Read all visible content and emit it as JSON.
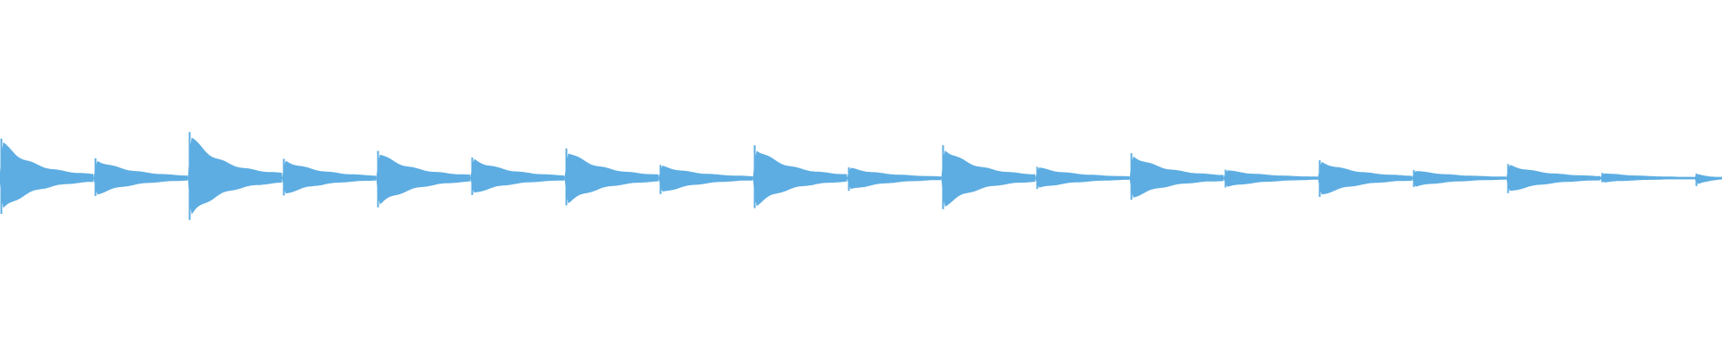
{
  "waveform": {
    "color": "#5DADE2",
    "background": "#FFFFFF",
    "notes": [
      {
        "peak_top": 0.84,
        "peak_bottom": 0.76,
        "decay": 0.92,
        "tail": 0.05
      },
      {
        "peak_top": 0.42,
        "peak_bottom": 0.38,
        "decay": 0.78,
        "tail": 0.04
      },
      {
        "peak_top": 0.98,
        "peak_bottom": 0.89,
        "decay": 0.92,
        "tail": 0.06
      },
      {
        "peak_top": 0.41,
        "peak_bottom": 0.37,
        "decay": 0.78,
        "tail": 0.04
      },
      {
        "peak_top": 0.58,
        "peak_bottom": 0.62,
        "decay": 0.84,
        "tail": 0.05
      },
      {
        "peak_top": 0.44,
        "peak_bottom": 0.36,
        "decay": 0.78,
        "tail": 0.04
      },
      {
        "peak_top": 0.63,
        "peak_bottom": 0.58,
        "decay": 0.84,
        "tail": 0.05
      },
      {
        "peak_top": 0.28,
        "peak_bottom": 0.34,
        "decay": 0.76,
        "tail": 0.04
      },
      {
        "peak_top": 0.7,
        "peak_bottom": 0.64,
        "decay": 0.86,
        "tail": 0.05
      },
      {
        "peak_top": 0.23,
        "peak_bottom": 0.27,
        "decay": 0.74,
        "tail": 0.04
      },
      {
        "peak_top": 0.7,
        "peak_bottom": 0.66,
        "decay": 0.86,
        "tail": 0.05
      },
      {
        "peak_top": 0.24,
        "peak_bottom": 0.23,
        "decay": 0.74,
        "tail": 0.04
      },
      {
        "peak_top": 0.53,
        "peak_bottom": 0.46,
        "decay": 0.82,
        "tail": 0.05
      },
      {
        "peak_top": 0.18,
        "peak_bottom": 0.2,
        "decay": 0.72,
        "tail": 0.04
      },
      {
        "peak_top": 0.38,
        "peak_bottom": 0.4,
        "decay": 0.78,
        "tail": 0.04
      },
      {
        "peak_top": 0.17,
        "peak_bottom": 0.19,
        "decay": 0.72,
        "tail": 0.04
      },
      {
        "peak_top": 0.3,
        "peak_bottom": 0.32,
        "decay": 0.76,
        "tail": 0.04
      },
      {
        "peak_top": 0.11,
        "peak_bottom": 0.09,
        "decay": 0.68,
        "tail": 0.03
      },
      {
        "peak_top": 0.1,
        "peak_bottom": 0.17,
        "decay": 0.7,
        "tail": 0.03
      }
    ]
  }
}
